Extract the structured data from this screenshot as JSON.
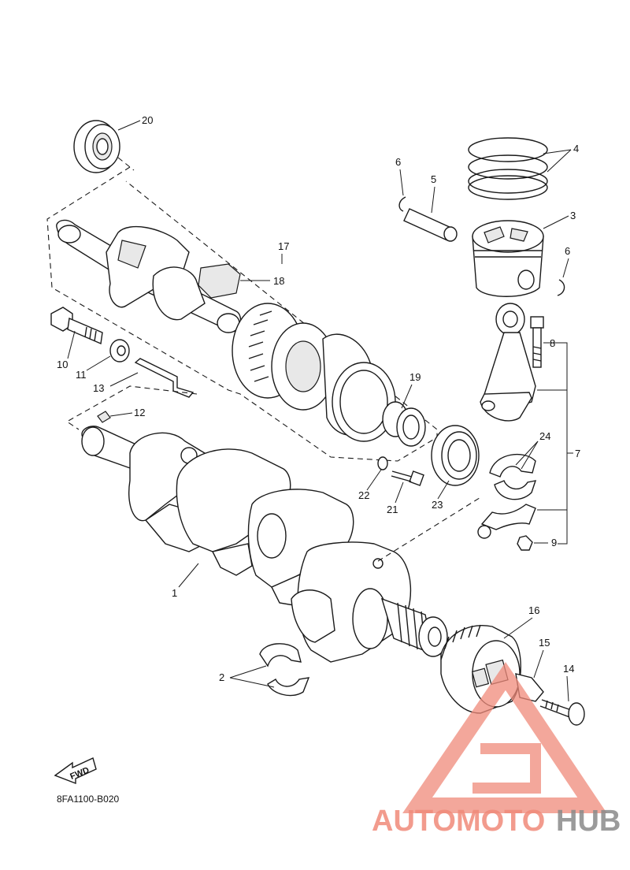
{
  "diagram": {
    "code": "8FA1100-B020",
    "fwd_label": "FWD",
    "callouts": [
      "1",
      "2",
      "3",
      "4",
      "5",
      "6",
      "7",
      "8",
      "9",
      "10",
      "11",
      "12",
      "13",
      "14",
      "15",
      "16",
      "17",
      "18",
      "19",
      "20",
      "21",
      "22",
      "23",
      "24"
    ]
  },
  "watermark": {
    "part1": "AUTOMOTO",
    "part2": "HUB",
    "color_primary": "#f08a7a",
    "color_secondary": "#8a8a8a"
  }
}
